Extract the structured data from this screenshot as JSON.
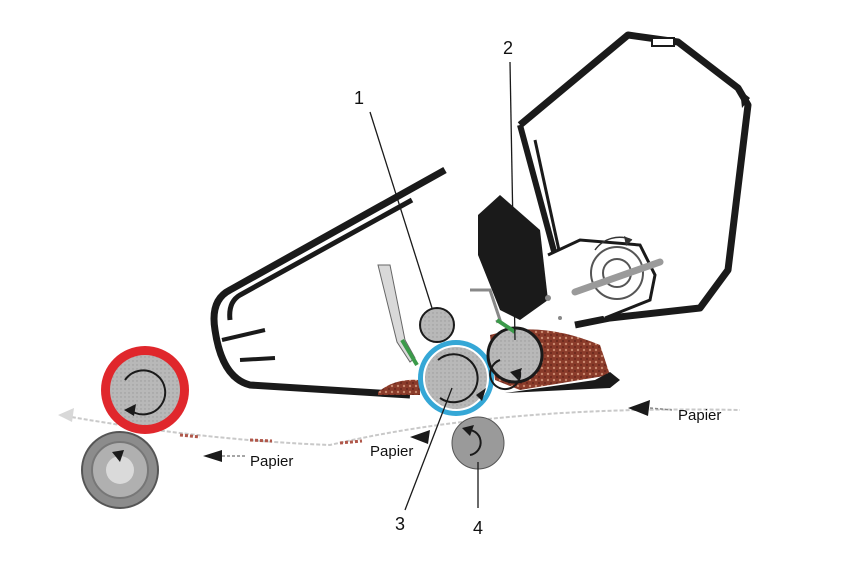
{
  "labels": {
    "n1": "1",
    "n2": "2",
    "n3": "3",
    "n4": "4",
    "paper_right": "Papier",
    "paper_mid": "Papier",
    "paper_left": "Papier"
  },
  "colors": {
    "outline": "#1a1a1a",
    "drum_gray": "#b3b3b3",
    "drum_blue": "#35a7d6",
    "fuser_red": "#e0272c",
    "toner_brown": "#8a3b2a",
    "green_blade": "#3b9a4a",
    "paper_line": "#bdbdbd"
  }
}
